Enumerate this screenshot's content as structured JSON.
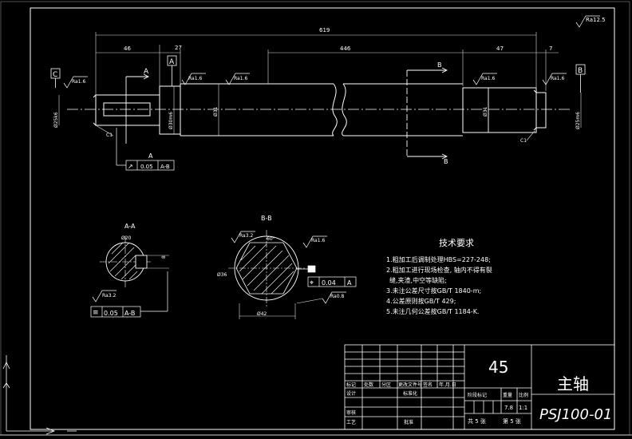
{
  "colors": {
    "background": "#000000",
    "line": "#ffffff",
    "dim": "#e8e8e8",
    "accent": "#ffff00"
  },
  "main_view": {
    "dims": {
      "overall": "619",
      "left_seg": "46",
      "gap_seg": "27",
      "mid_seg": "446",
      "right_seg": "47",
      "end_seg": "7"
    },
    "datums": {
      "c": "C",
      "a": "A",
      "b": "B"
    },
    "roughness": {
      "r1": "Ra1.6",
      "r2": "Ra1.6",
      "r3": "Ra1.6",
      "r4": "Ra1.6",
      "r5": "Ra1.6",
      "corner": "Ra12.5"
    },
    "diameters": {
      "d_left": "Ø25k6",
      "d_a": "Ø30m6",
      "d_body": "Ø31",
      "d_right": "Ø31",
      "d_end": "Ø25m6"
    },
    "chamfers": {
      "left": "C1",
      "right": "C1"
    },
    "section_marks": {
      "a_top": "A",
      "a_bottom": "A",
      "b_top": "B",
      "b_bottom": "B"
    },
    "tolerance": {
      "symbol": "↗",
      "value": "0.05",
      "datum": "A-B"
    }
  },
  "section_aa": {
    "title": "A-A",
    "dim_dia": "Ø20",
    "dim_key": "8",
    "roughness": "Ra3.2",
    "tolerance": {
      "symbol": "≡",
      "value": "0.05",
      "datum": "A-B"
    }
  },
  "section_bb": {
    "title": "B-B",
    "angle": "60°",
    "dim_outer": "Ø36",
    "dim_inner": "Ø42",
    "roughness_left": "Ra3.2",
    "roughness_right": "Ra1.6",
    "roughness_bottom": "Ra0.8",
    "tolerance": {
      "symbol": "⌖",
      "value": "0.04",
      "datum": "A"
    }
  },
  "tech_requirements": {
    "title": "技术要求",
    "items": [
      "1.粗加工后调制处理HBS=227-248;",
      "2.粗加工进行现场检查, 轴内不得有裂",
      "缝,夹渣,中空等缺陷;",
      "3.未注公差尺寸按GB/T 1840-m;",
      "4.公差原则按GB/T 429;",
      "5.未注几何公差按GB/T 1184-K."
    ]
  },
  "title_block": {
    "material": "45",
    "part_name": "主轴",
    "part_number": "PSJ100-01",
    "headers": [
      "标记",
      "处数",
      "分区",
      "更改文件号",
      "签名",
      "年.月.日"
    ],
    "row_design": "设计",
    "row_standard": "标准化",
    "row_review": "审核",
    "row_process": "工艺",
    "row_approve": "批准",
    "stage_label": "阶段标记",
    "weight_label": "重量",
    "scale_label": "比例",
    "weight_value": "7.8",
    "scale_value": "1:1",
    "sheets_total": "共 5 张",
    "sheet_current": "第 5 张"
  }
}
